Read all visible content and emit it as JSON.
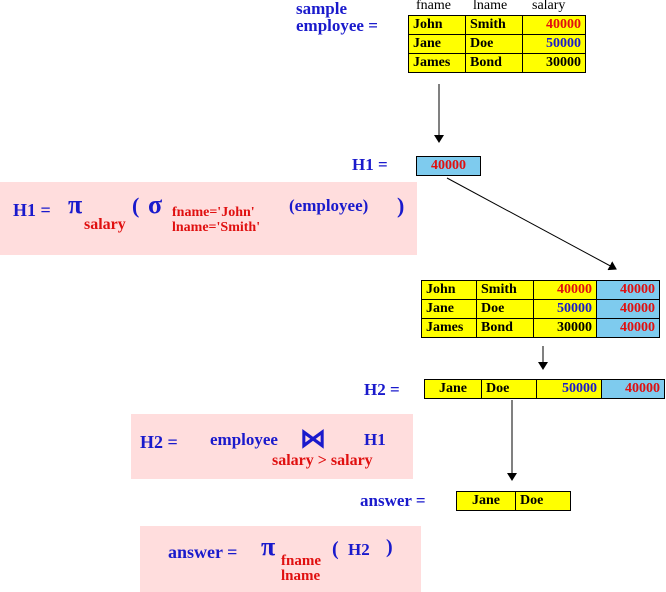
{
  "sample_label": {
    "line1": "sample",
    "line2": "employee ="
  },
  "columns": [
    "fname",
    "lname",
    "salary"
  ],
  "employee": [
    {
      "fname": "John",
      "lname": "Smith",
      "salary": "40000"
    },
    {
      "fname": "Jane",
      "lname": "Doe",
      "salary": "50000"
    },
    {
      "fname": "James",
      "lname": "Bond",
      "salary": "30000"
    }
  ],
  "h1": {
    "label": "H1 =",
    "value": "40000"
  },
  "h1_expr": {
    "lhs": "H1 =",
    "pi": "π",
    "pi_sub": "salary",
    "open": "(",
    "sigma": "σ",
    "cond1": "fname='John'",
    "cond2": "lname='Smith'",
    "rel": "(employee)",
    "close": ")"
  },
  "cross": [
    {
      "fname": "John",
      "lname": "Smith",
      "salary": "40000",
      "h1": "40000"
    },
    {
      "fname": "Jane",
      "lname": "Doe",
      "salary": "50000",
      "h1": "40000"
    },
    {
      "fname": "James",
      "lname": "Bond",
      "salary": "30000",
      "h1": "40000"
    }
  ],
  "h2": {
    "label": "H2 =",
    "fname": "Jane",
    "lname": "Doe",
    "salary": "50000",
    "h1": "40000"
  },
  "h2_expr": {
    "lhs": "H2 =",
    "left": "employee",
    "join": "⋈",
    "right": "H1",
    "cond": "salary > salary"
  },
  "answer": {
    "label": "answer =",
    "fname": "Jane",
    "lname": "Doe"
  },
  "answer_expr": {
    "lhs": "answer =",
    "pi": "π",
    "sub1": "fname",
    "sub2": "lname",
    "open": "(",
    "arg": "H2",
    "close": ")"
  }
}
